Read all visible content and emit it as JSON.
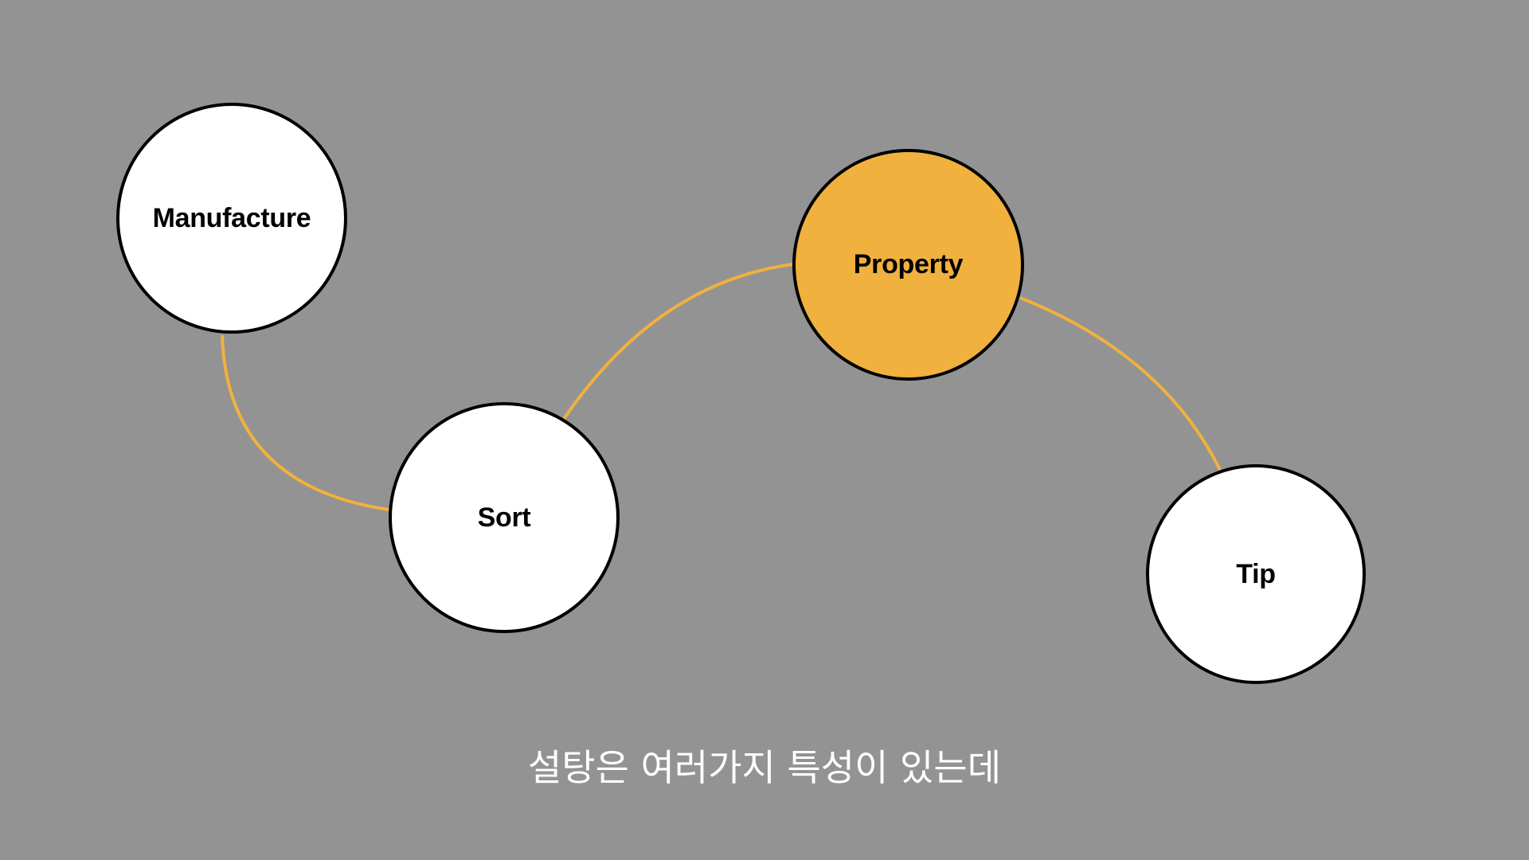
{
  "colors": {
    "background": "#939393",
    "link": "#F0B13E",
    "node_fill_default": "#FFFFFF",
    "node_fill_active": "#F0B13E",
    "node_border": "#000000",
    "subtitle_text": "#FFFFFF"
  },
  "nodes": [
    {
      "id": "manufacture",
      "label": "Manufacture",
      "active": false
    },
    {
      "id": "sort",
      "label": "Sort",
      "active": false
    },
    {
      "id": "property",
      "label": "Property",
      "active": true
    },
    {
      "id": "tip",
      "label": "Tip",
      "active": false
    }
  ],
  "links": [
    {
      "from": "manufacture",
      "to": "sort"
    },
    {
      "from": "sort",
      "to": "property"
    },
    {
      "from": "property",
      "to": "tip"
    }
  ],
  "subtitle": "설탕은 여러가지 특성이 있는데"
}
